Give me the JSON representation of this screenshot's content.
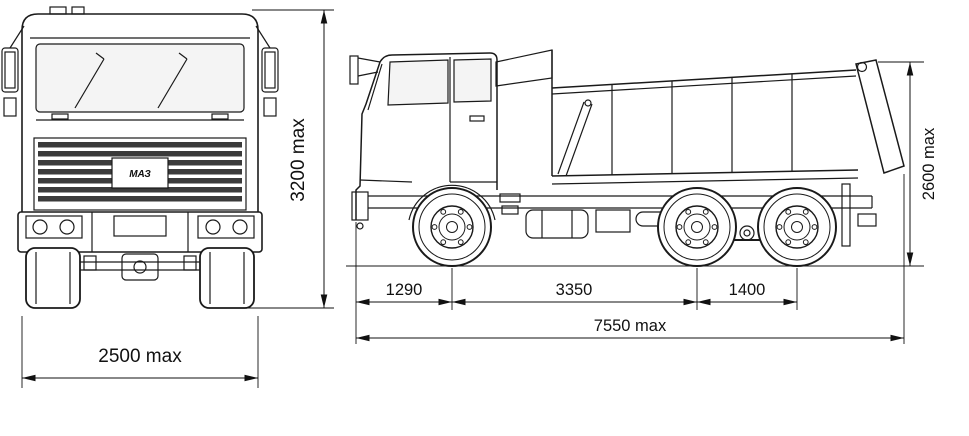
{
  "diagram": {
    "type": "technical-dimensional-drawing",
    "front_view": {
      "height_dimension": "3200 max",
      "width_dimension": "2500 max",
      "grille_logo": "МАЗ"
    },
    "side_view": {
      "front_overhang_dimension": "1290",
      "wheelbase_dimension": "3350",
      "rear_bogie_dimension": "1400",
      "overall_length_dimension": "7550 max",
      "height_dimension": "2600 max"
    },
    "colors": {
      "line": "#1a1a1a",
      "dimension_line": "#111111",
      "background": "#ffffff"
    }
  }
}
